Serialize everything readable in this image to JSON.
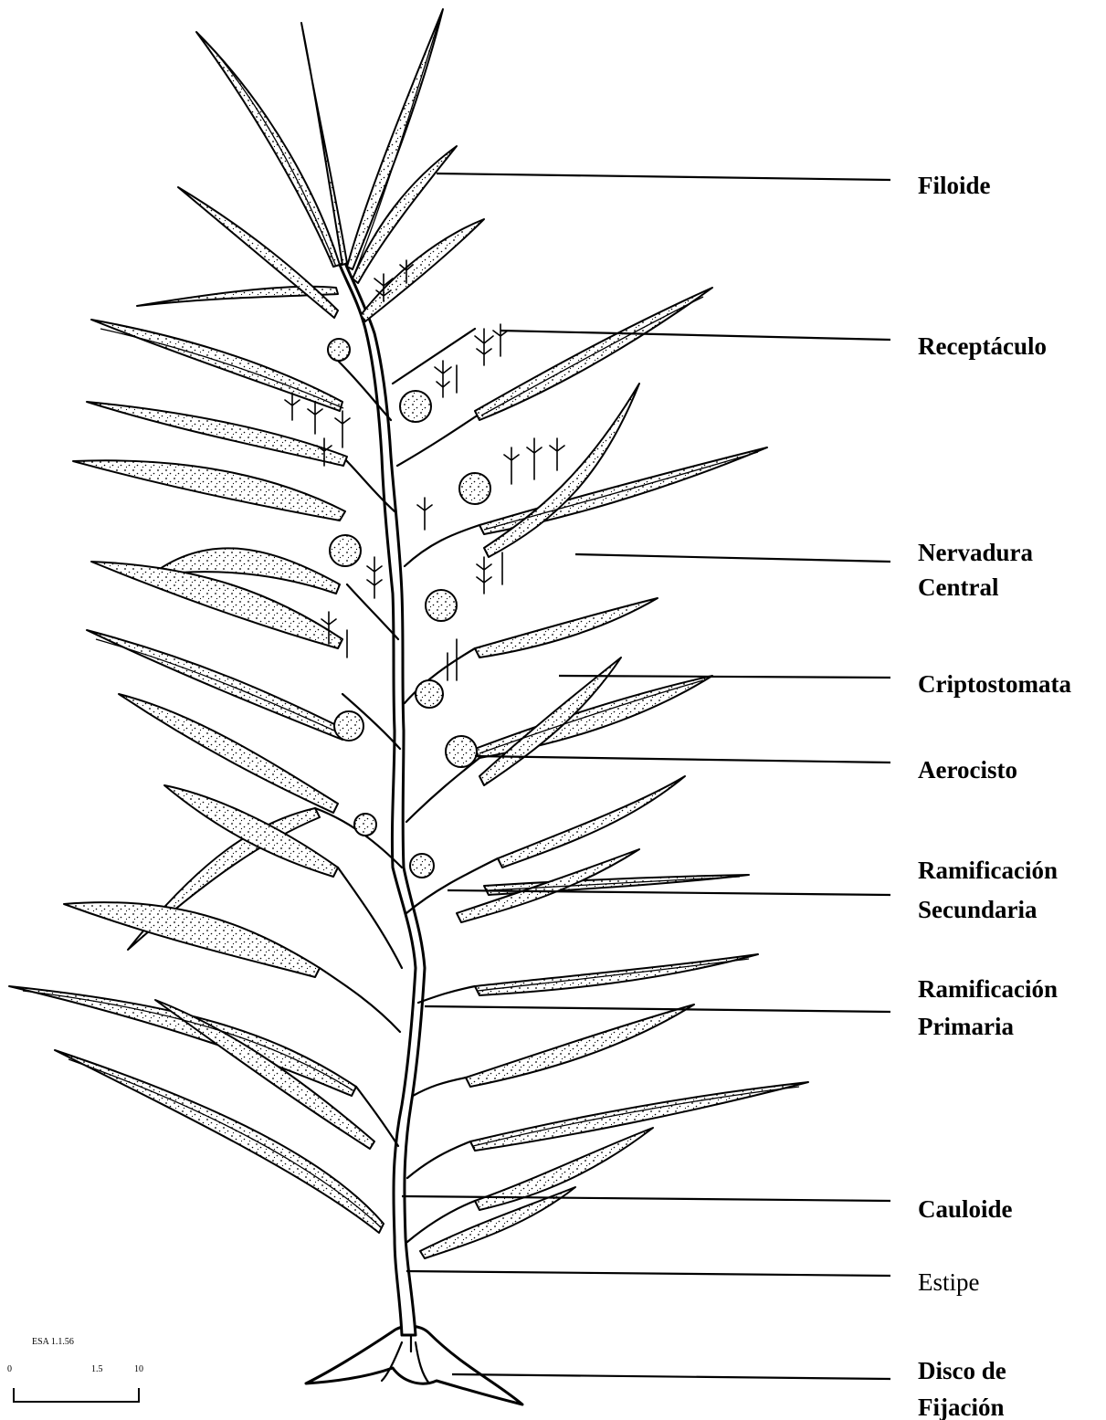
{
  "labels": {
    "filoide": "Filoide",
    "receptaculo": "Receptáculo",
    "nervadura_1": "Nervadura",
    "nervadura_2": "Central",
    "criptostomata": "Criptostomata",
    "aerocisto": "Aerocisto",
    "ram_sec_1": "Ramificación",
    "ram_sec_2": "Secundaria",
    "ram_pri_1": "Ramificación",
    "ram_pri_2": "Primaria",
    "cauloide": "Cauloide",
    "estipe": "Estipe",
    "disco_1": "Disco de",
    "disco_2": "Fijación"
  },
  "scale_bar": {
    "caption": "ESA 1.1.56",
    "tick_start": "0",
    "tick_mid": "1.5",
    "tick_end": "10"
  },
  "colors": {
    "ink": "#000000",
    "paper": "#ffffff"
  }
}
